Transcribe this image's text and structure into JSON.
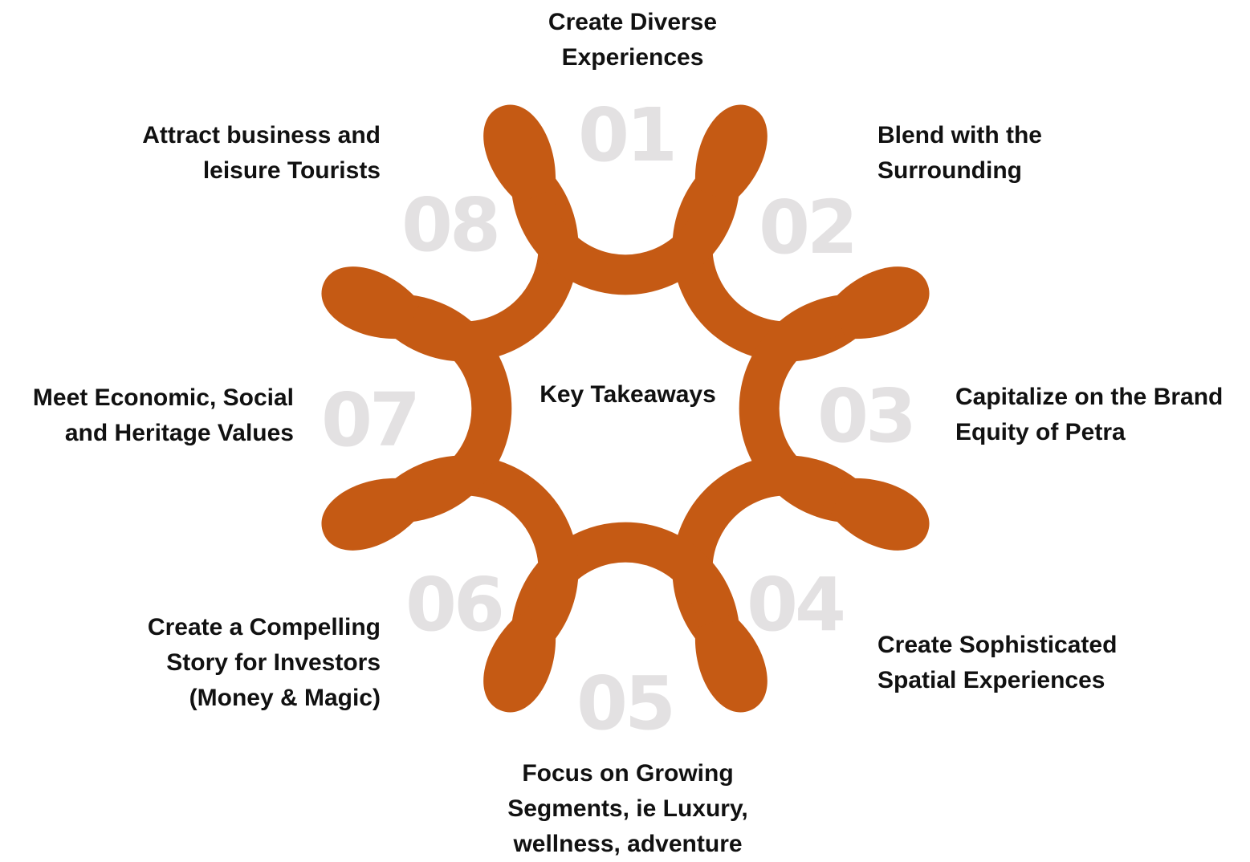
{
  "center": {
    "label": "Key Takeaways"
  },
  "colors": {
    "wheel": "#c55a14",
    "numbers": "#e3e1e2",
    "text": "#111111"
  },
  "items": [
    {
      "number": "01",
      "text": "Create Diverse\nExperiences"
    },
    {
      "number": "02",
      "text": "Blend with the\nSurrounding"
    },
    {
      "number": "03",
      "text": "Capitalize on the Brand\nEquity of Petra"
    },
    {
      "number": "04",
      "text": "Create Sophisticated\nSpatial Experiences"
    },
    {
      "number": "05",
      "text": "Focus on Growing\nSegments, ie Luxury,\nwellness, adventure"
    },
    {
      "number": "06",
      "text": "Create a Compelling\nStory for Investors\n(Money & Magic)"
    },
    {
      "number": "07",
      "text": "Meet Economic, Social\nand Heritage Values"
    },
    {
      "number": "08",
      "text": "Attract business and\nleisure Tourists"
    }
  ]
}
